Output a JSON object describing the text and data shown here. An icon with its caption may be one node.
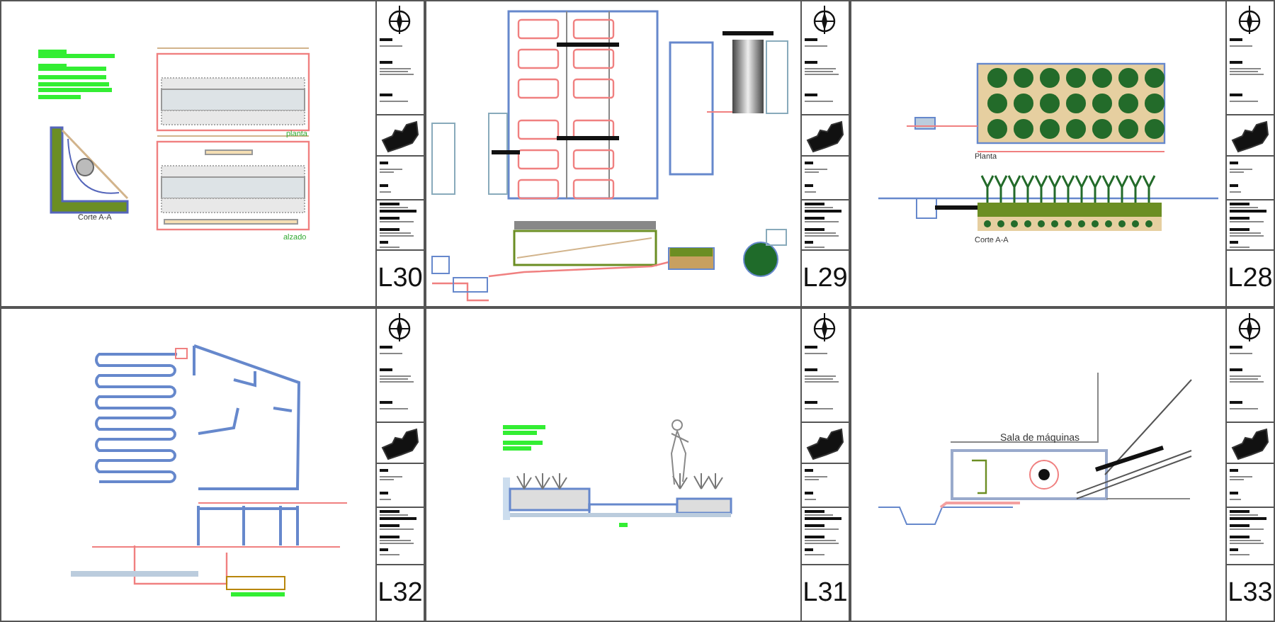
{
  "diagram": {
    "nodes": [
      {
        "text": [
          "L30"
        ]
      },
      {
        "text": [
          "L29"
        ]
      },
      {
        "text": [
          "L28"
        ]
      },
      {
        "text": [
          "L32"
        ]
      },
      {
        "text": [
          "L31"
        ]
      },
      {
        "text": [
          "L33"
        ]
      }
    ],
    "labels": [
      "Corte A-A",
      "planta",
      "alzado",
      "Planta",
      "Corte A-A",
      "Sala de máquinas"
    ]
  }
}
